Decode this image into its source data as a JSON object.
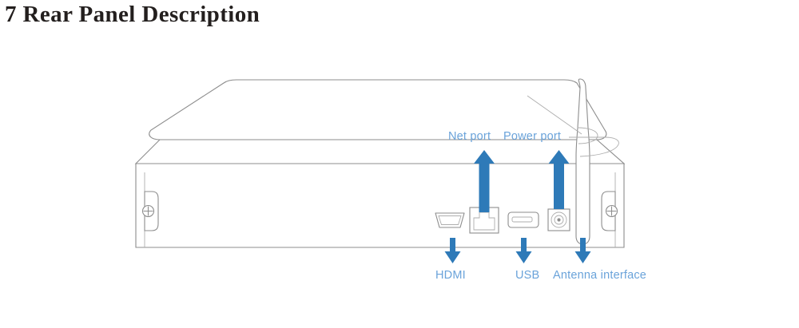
{
  "page": {
    "title": "7 Rear Panel Description",
    "background_color": "#ffffff"
  },
  "figure": {
    "name": "rear-panel-diagram",
    "description": "Line drawing of a set-top box rear panel with labeled ports",
    "colors": {
      "outline": "#8d8d8d",
      "arrow_blue": "#2E7AB8",
      "label_blue": "#6AA3DA",
      "title_color": "#231f1e"
    },
    "callouts": [
      {
        "id": "net-port",
        "label": "Net port",
        "arrow": "up",
        "port": "rj45"
      },
      {
        "id": "power-port",
        "label": "Power port",
        "arrow": "up",
        "port": "dc-jack"
      },
      {
        "id": "hdmi-port",
        "label": "HDMI",
        "arrow": "down",
        "port": "hdmi"
      },
      {
        "id": "usb-port",
        "label": "USB",
        "arrow": "down",
        "port": "usb"
      },
      {
        "id": "antenna-interface",
        "label": "Antenna interface",
        "arrow": "down",
        "port": "antenna"
      }
    ]
  }
}
